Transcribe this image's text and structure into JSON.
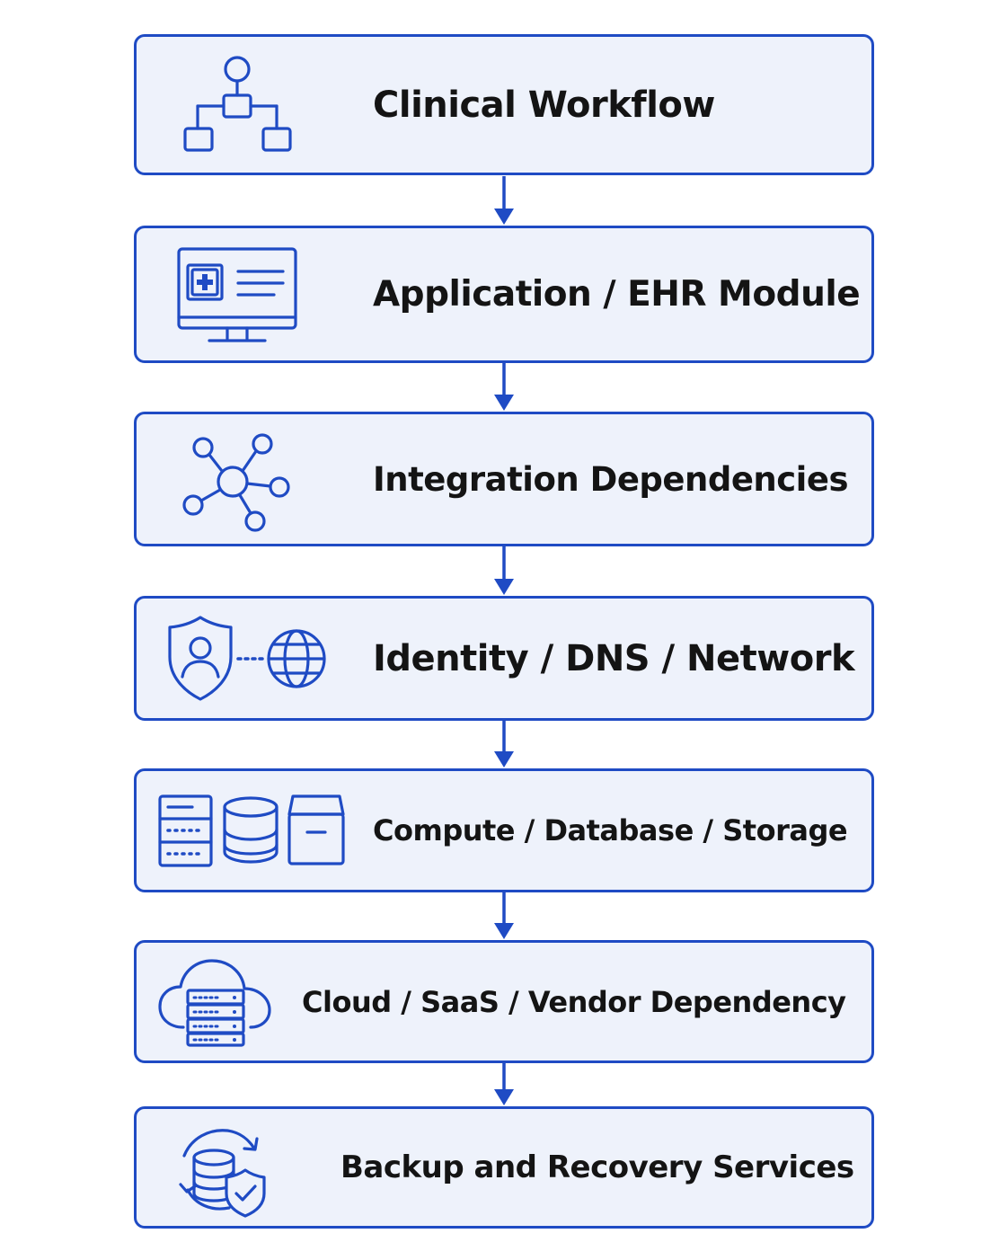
{
  "colors": {
    "accent": "#1f4bc4",
    "box_fill": "#eef2fb",
    "text": "#141414"
  },
  "layers": [
    {
      "label": "Clinical Workflow",
      "icon": "workflow-hierarchy-icon"
    },
    {
      "label": "Application / EHR Module",
      "icon": "ehr-monitor-icon"
    },
    {
      "label": "Integration Dependencies",
      "icon": "integration-network-icon"
    },
    {
      "label": "Identity / DNS / Network",
      "icon": "shield-globe-icon"
    },
    {
      "label": "Compute / Database / Storage",
      "icon": "server-database-storage-icon"
    },
    {
      "label": "Cloud / SaaS / Vendor Dependency",
      "icon": "cloud-server-icon"
    },
    {
      "label": "Backup and Recovery Services",
      "icon": "backup-recovery-icon"
    }
  ]
}
